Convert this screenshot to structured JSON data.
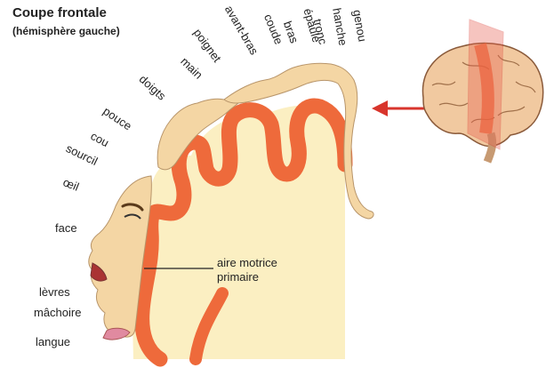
{
  "title": "Coupe frontale",
  "subtitle": "(hémisphère gauche)",
  "callout": {
    "line1": "aire motrice",
    "line2": "primaire"
  },
  "body_labels": {
    "genou": "genou",
    "hanche": "hanche",
    "tronc": "tronc",
    "epaule": "épaule",
    "bras": "bras",
    "coude": "coude",
    "avant_bras": "avant-bras",
    "poignet": "poignet",
    "main": "main",
    "doigts": "doigts",
    "pouce": "pouce",
    "cou": "cou",
    "sourcil": "sourcil",
    "oeil": "œil",
    "face": "face",
    "levres": "lèvres",
    "machoire": "mâchoire",
    "langue": "langue"
  },
  "colors": {
    "cortex": "#ee6a3b",
    "white_matter": "#fbefc2",
    "skin": "#f4d6a4",
    "arrow": "#d8352c"
  },
  "icons": [
    "brain-icon",
    "homunculus-figure",
    "red-arrow-icon"
  ]
}
